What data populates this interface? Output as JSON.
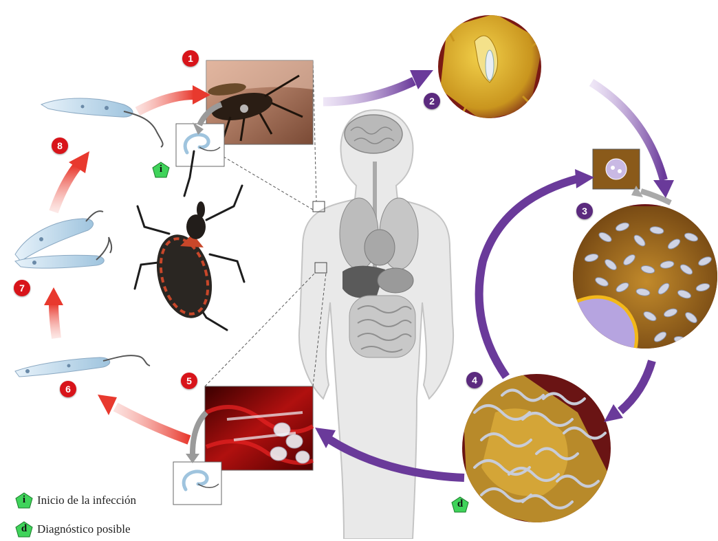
{
  "steps": {
    "s1": "1",
    "s2": "2",
    "s3": "3",
    "s4": "4",
    "s5": "5",
    "s6": "6",
    "s7": "7",
    "s8": "8"
  },
  "markers": {
    "infection": "i",
    "diagnosis": "d"
  },
  "legend": {
    "infection_label": "Inicio de la infección",
    "diagnosis_label": "Diagnóstico posible"
  },
  "colors": {
    "red_arrow": "#e8392e",
    "purple_arrow": "#6a3a9a",
    "marker_green": "#3fd35a",
    "step_red": "#d8141a",
    "step_purple": "#5b2a7e"
  },
  "icons": [
    "triatomine-bug",
    "human-body",
    "trypanosome",
    "host-cell",
    "blood-vessel"
  ]
}
